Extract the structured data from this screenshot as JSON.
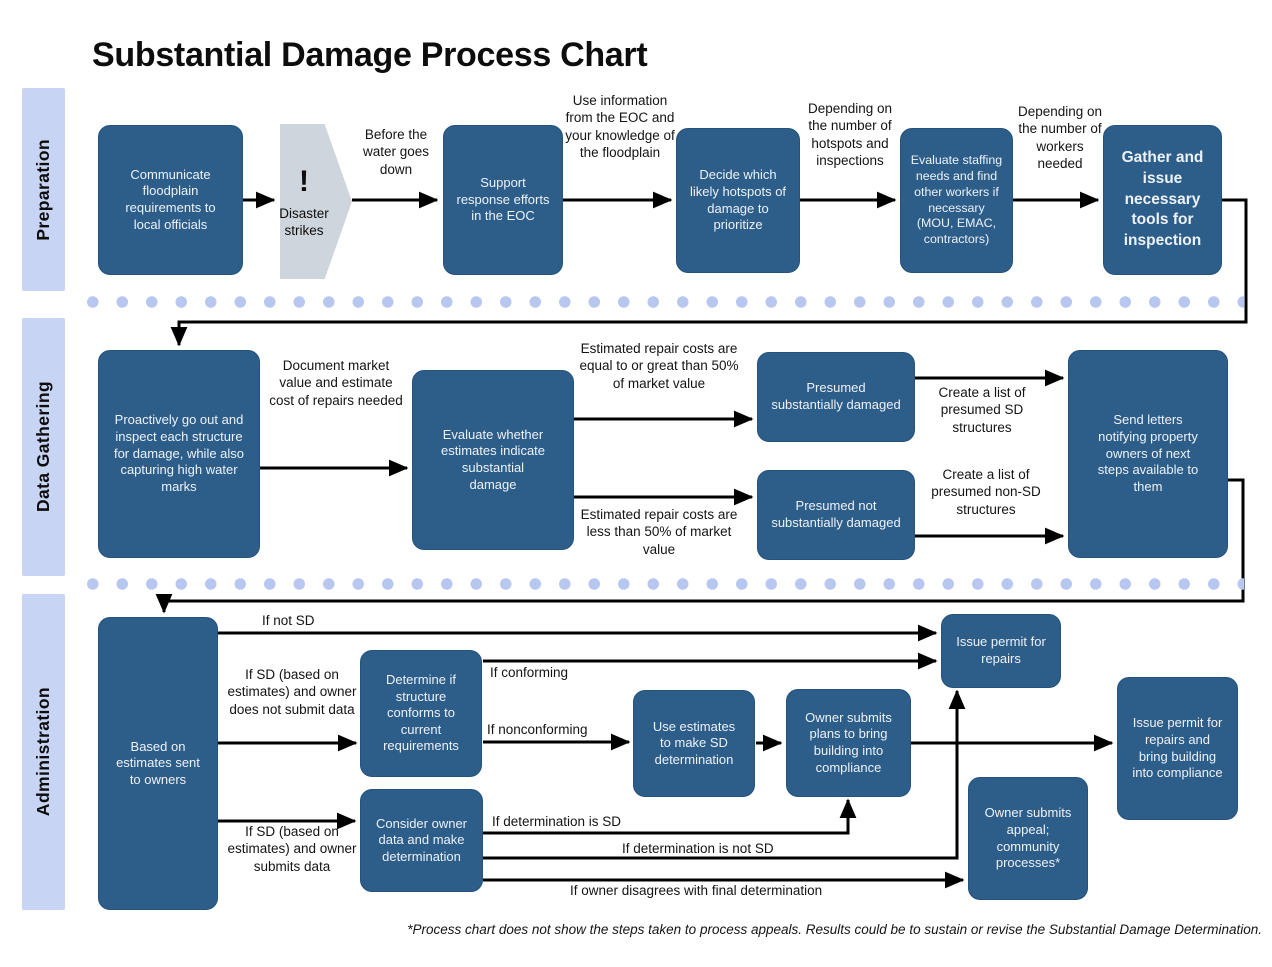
{
  "title": "Substantial Damage Process Chart",
  "footnote": "*Process chart does not show the steps taken to process appeals. Results could be to sustain or revise the Substantial Damage Determination.",
  "lanes": {
    "preparation": "Preparation",
    "data_gathering": "Data Gathering",
    "administration": "Administration"
  },
  "nodes": {
    "communicate": {
      "text": "Communicate floodplain requirements to local officials"
    },
    "disaster": {
      "bang": "!",
      "text": "Disaster strikes"
    },
    "support": {
      "text": "Support response efforts in the EOC"
    },
    "decide": {
      "text": "Decide which likely hotspots of damage to prioritize"
    },
    "staffing": {
      "text": "Evaluate staffing needs and find other workers if necessary (MOU, EMAC, contractors)"
    },
    "gather": {
      "text": "Gather and issue necessary tools for inspection"
    },
    "proactively": {
      "text": "Proactively go out and inspect each structure for damage, while also capturing high water marks"
    },
    "evaluate": {
      "text": "Evaluate whether estimates indicate substantial damage"
    },
    "presumed_sd": {
      "text": "Presumed substantially damaged"
    },
    "presumed_not_sd": {
      "text": "Presumed not substantially damaged"
    },
    "send_letters": {
      "text": "Send letters notifying property owners of next steps available to them"
    },
    "based_on": {
      "text": "Based on estimates sent to owners"
    },
    "determine": {
      "text": "Determine if structure conforms to current requirements"
    },
    "use_estimates": {
      "text": "Use estimates to make SD determination"
    },
    "owner_plans": {
      "text": "Owner submits plans to bring building into compliance"
    },
    "issue_permit": {
      "text": "Issue permit for repairs"
    },
    "issue_permit_compliance": {
      "text": "Issue permit for repairs and bring building into compliance"
    },
    "consider": {
      "text": "Consider owner data and make determination"
    },
    "owner_appeal": {
      "text": "Owner submits appeal; community processes*"
    }
  },
  "edge_labels": {
    "before_water": "Before the water goes down",
    "use_info": "Use information from the EOC and your knowledge of the floodplain",
    "dep_hotspots": "Depending on the number of hotspots and inspections",
    "dep_workers": "Depending on the number of workers needed",
    "document_market": "Document market value and estimate cost of repairs needed",
    "est_equal": "Estimated repair costs are equal to or great than 50% of market value",
    "est_less": "Estimated repair costs are less than 50% of market value",
    "create_sd": "Create a list of presumed SD structures",
    "create_non_sd": "Create a list of presumed non-SD structures",
    "if_not_sd": "If not SD",
    "if_sd_no_data": "If SD (based on estimates) and owner does not submit data",
    "if_conforming": "If conforming",
    "if_nonconforming": "If nonconforming",
    "if_sd_data": "If SD (based on estimates) and owner submits data",
    "if_det_sd": "If determination is SD",
    "if_det_not_sd": "If determination is not SD",
    "if_disagrees": "If owner disagrees with final determination"
  },
  "colors": {
    "box": "#2d5d89",
    "boxBorder": "#24527c",
    "boxText": "#edf2f8",
    "lane": "#c7d4f3",
    "dots": "#b7c7ef",
    "pentagon": "#cfd5dd",
    "arrow": "#000000",
    "ink": "#111111"
  }
}
